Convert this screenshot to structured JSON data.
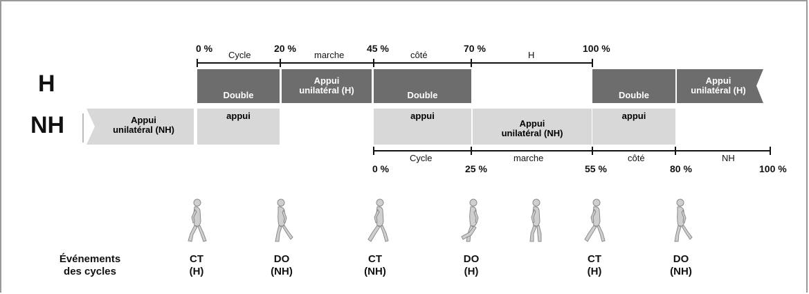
{
  "row_labels": {
    "h": "H",
    "nh": "NH"
  },
  "top_scale": {
    "percents": [
      "0 %",
      "20 %",
      "45 %",
      "70 %",
      "100 %"
    ],
    "segments": [
      "Cycle",
      "marche",
      "côté",
      "H"
    ]
  },
  "bottom_scale": {
    "percents": [
      "0 %",
      "25 %",
      "55 %",
      "80 %",
      "100 %"
    ],
    "segments": [
      "Cycle",
      "marche",
      "côté",
      "NH"
    ]
  },
  "h_row": {
    "double": "Double",
    "appui_h_line1": "Appui",
    "appui_h_line2": "unilatéral (H)"
  },
  "nh_row": {
    "appui_nh_line1": "Appui",
    "appui_nh_line2": "unilatéral (NH)",
    "appui": "appui"
  },
  "events": {
    "title_line1": "Événements",
    "title_line2": "des cycles",
    "items": [
      {
        "code": "CT",
        "side": "(H)"
      },
      {
        "code": "DO",
        "side": "(NH)"
      },
      {
        "code": "CT",
        "side": "(NH)"
      },
      {
        "code": "DO",
        "side": "(H)"
      },
      {
        "code": "CT",
        "side": "(H)"
      },
      {
        "code": "DO",
        "side": "(NH)"
      }
    ]
  },
  "colors": {
    "dark_block": "#6d6d6d",
    "light_block": "#d8d8d8",
    "line": "#111111"
  },
  "icons": [
    "walking-figure-icon"
  ]
}
